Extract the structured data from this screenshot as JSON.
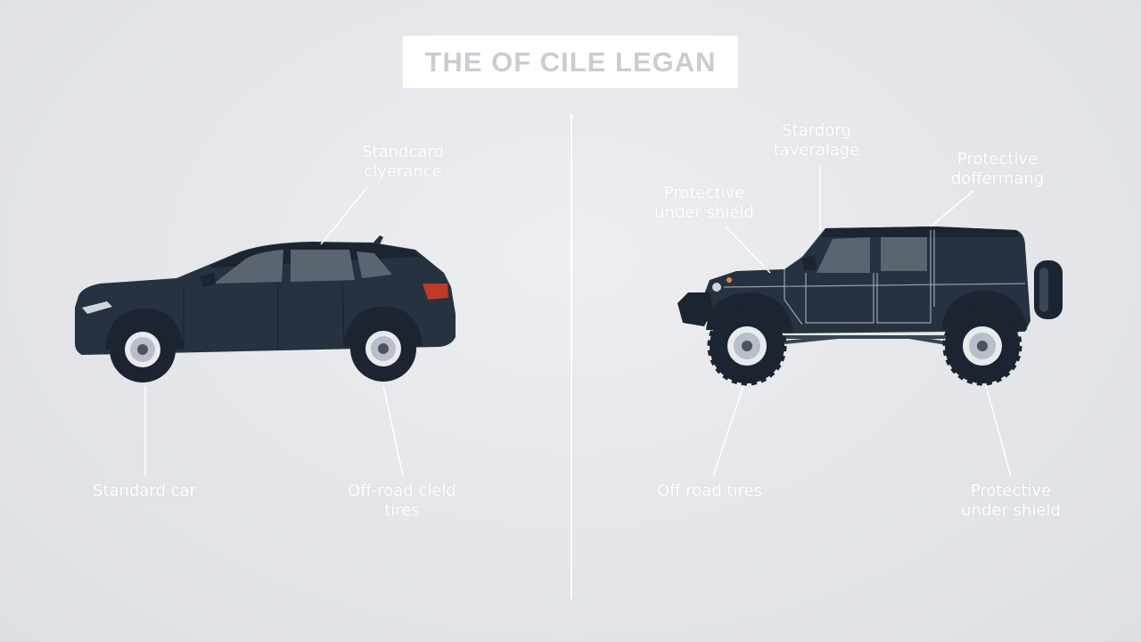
{
  "title": "THE OF CILE LEGAN",
  "colors": {
    "vehicle": "#263240",
    "vehicle_dark": "#1b2430",
    "window": "#5b6571",
    "leader": "#ffffff",
    "background": "#e3e5e9"
  },
  "left_panel": {
    "vehicle": "suv-car",
    "labels": {
      "clearance": {
        "line1": "Standcard",
        "line2": "clyerance"
      },
      "standard_car": {
        "line1": "Standard car"
      },
      "offroad_tires": {
        "line1": "Off-road cleld",
        "line2": "tires"
      }
    }
  },
  "right_panel": {
    "vehicle": "offroad-jeep",
    "labels": {
      "standorg": {
        "line1": "Stardorg",
        "line2": "taveralage"
      },
      "protective_shield_top": {
        "line1": "Protective",
        "line2": "under shield"
      },
      "protective_doffermang": {
        "line1": "Protective",
        "line2": "doffermang"
      },
      "offroad_tires": {
        "line1": "Off road tires"
      },
      "protective_shield_bottom": {
        "line1": "Protective",
        "line2": "under shield"
      }
    }
  }
}
